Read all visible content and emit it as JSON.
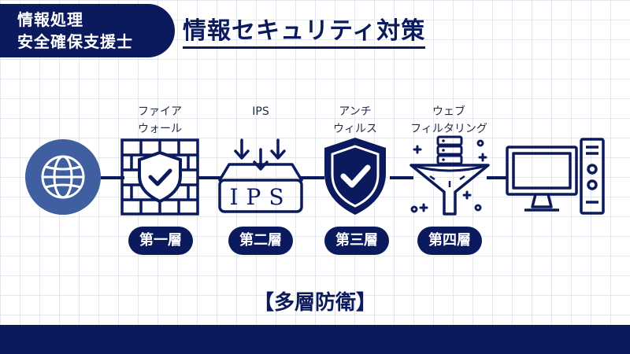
{
  "badge": {
    "line1": "情報処理",
    "line2": "安全確保支援士"
  },
  "title": "情報セキュリティ対策",
  "layers": [
    {
      "label_line1": "ファイア",
      "label_line2": "ウォール",
      "pill": "第一層",
      "icon": "firewall-icon"
    },
    {
      "label_line1": "IPS",
      "label_line2": "",
      "pill": "第二層",
      "icon": "ips-icon"
    },
    {
      "label_line1": "アンチ",
      "label_line2": "ウィルス",
      "pill": "第三層",
      "icon": "shield-check-icon"
    },
    {
      "label_line1": "ウェブ",
      "label_line2": "フィルタリング",
      "pill": "第四層",
      "icon": "web-filter-funnel-icon"
    }
  ],
  "ips_box_text": "IPS",
  "endpoints": {
    "internet": "globe-icon",
    "client": "desktop-computer-icon"
  },
  "summary": "【多層防衛】",
  "colors": {
    "navy": "#0b1a5c",
    "globe_blue": "#3f5fa0",
    "grid": "#e3e6ee"
  }
}
